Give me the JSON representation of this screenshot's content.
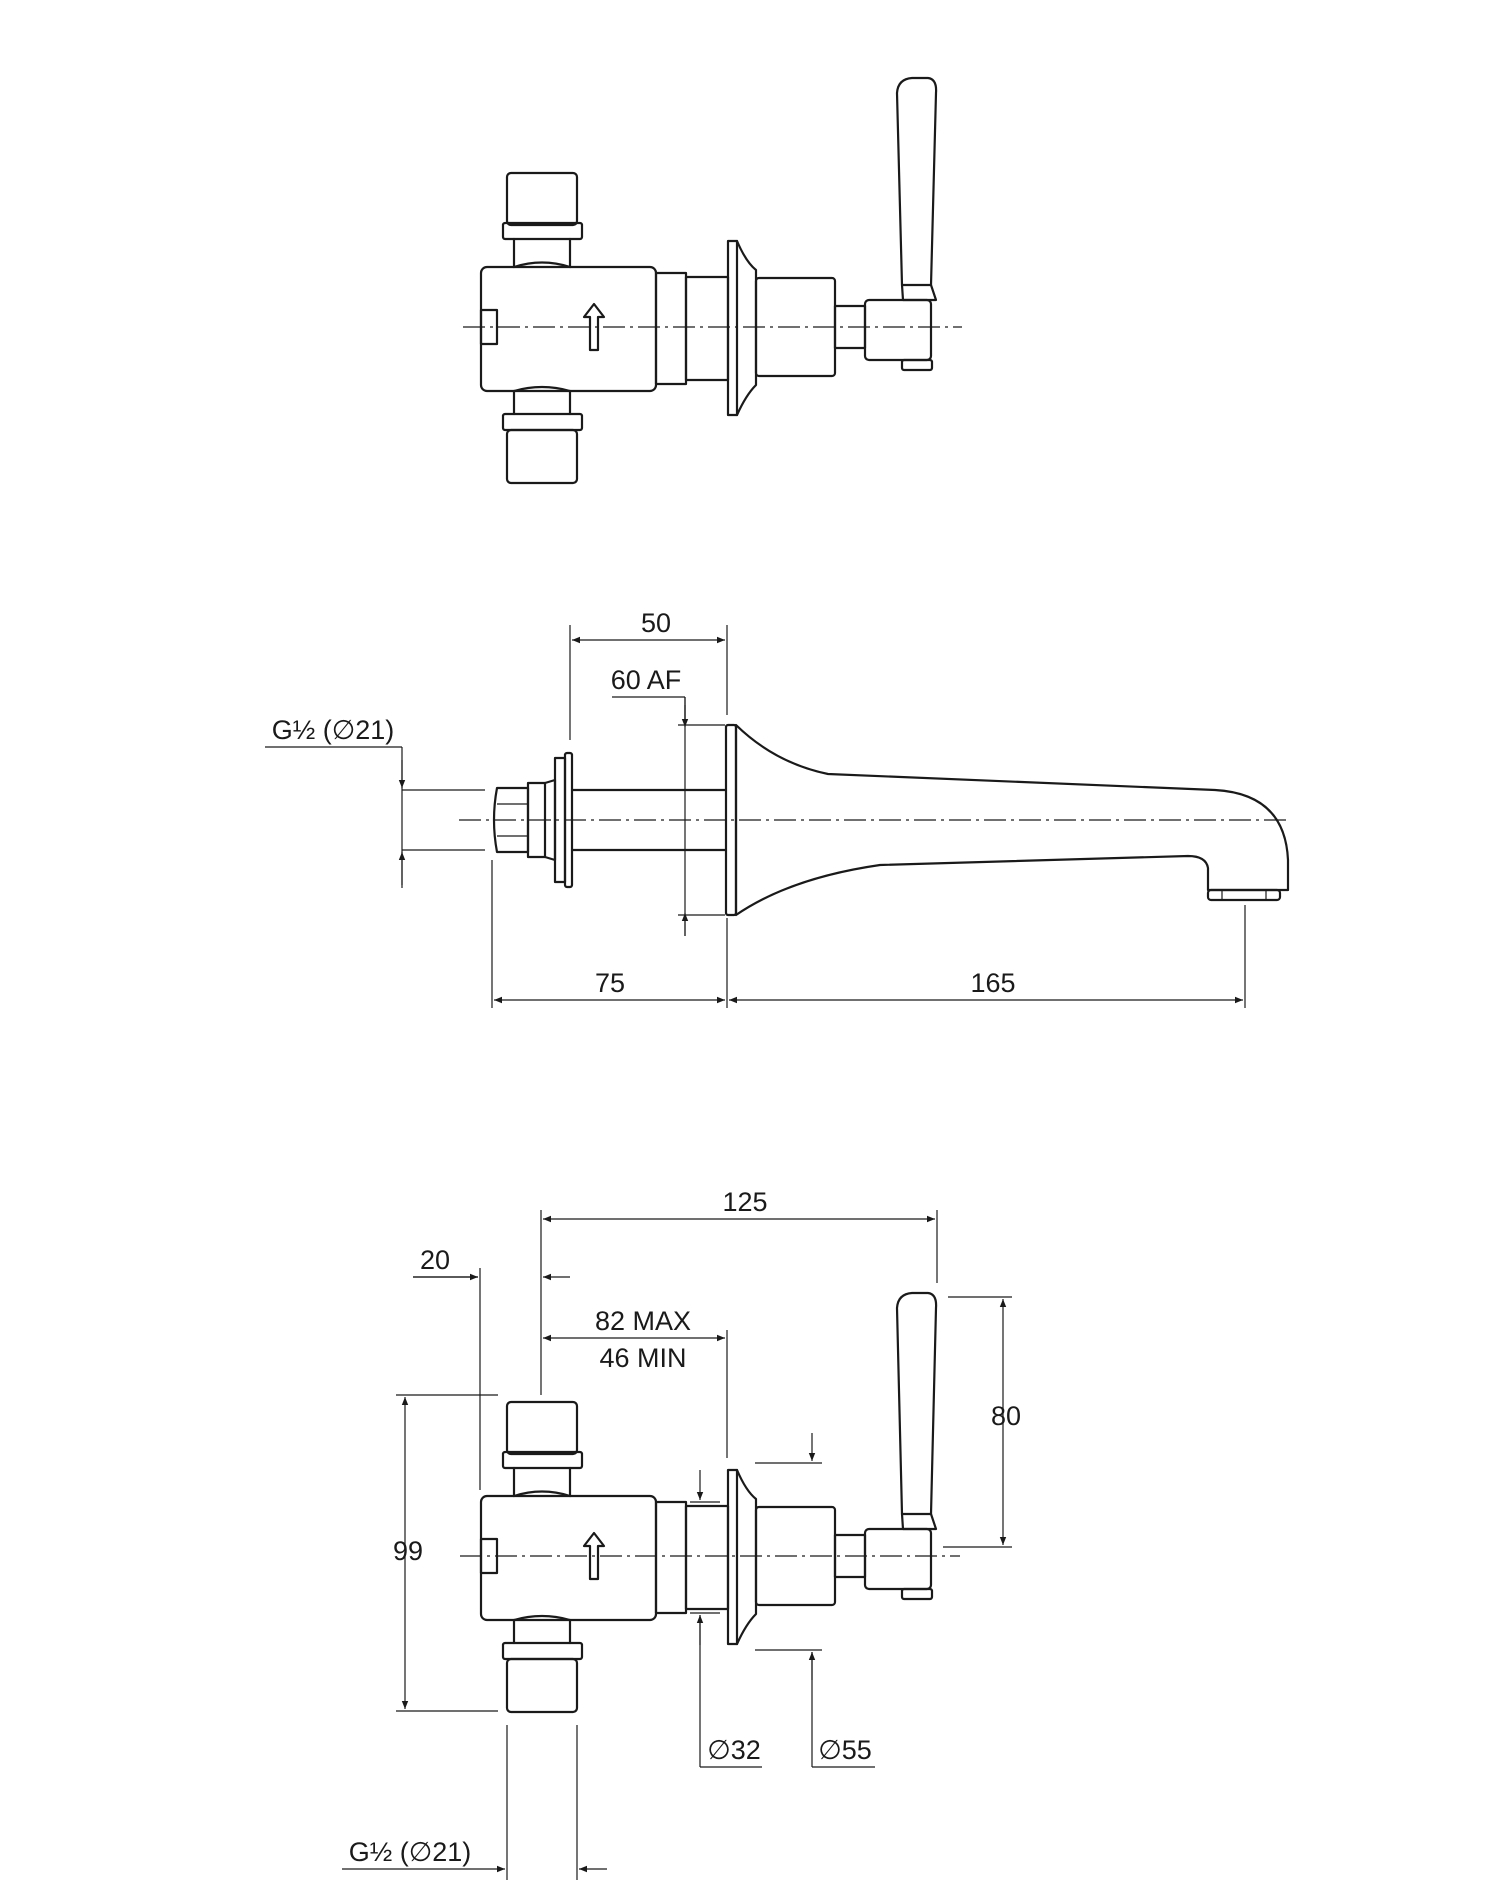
{
  "view_top": {},
  "view_side": {
    "dims": {
      "d50": "50",
      "d60af": "60 AF",
      "dg12": "G½ (∅21)",
      "d75": "75",
      "d165": "165"
    }
  },
  "view_front": {
    "dims": {
      "d125": "125",
      "d20": "20",
      "d82max": "82 MAX",
      "d46min": "46 MIN",
      "d80": "80",
      "d99": "99",
      "d32": "∅32",
      "d55": "∅55",
      "dg12": "G½ (∅21)"
    }
  },
  "colors": {
    "line": "#1a1a1a",
    "background": "#ffffff"
  }
}
